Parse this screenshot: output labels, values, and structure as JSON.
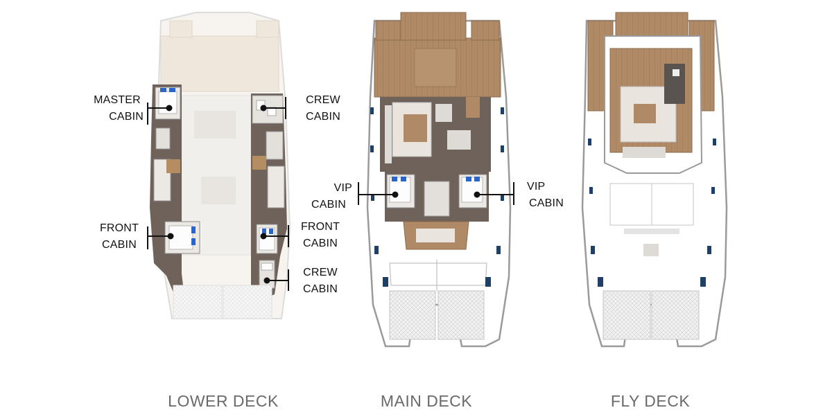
{
  "decks": [
    {
      "title": "LOWER DECK",
      "labels": [
        {
          "line1": "MASTER",
          "line2": "CABIN"
        },
        {
          "line1": "CREW",
          "line2": "CABIN"
        },
        {
          "line1": "FRONT",
          "line2": "CABIN"
        },
        {
          "line1": "FRONT",
          "line2": "CABIN"
        },
        {
          "line1": "CREW",
          "line2": "CABIN"
        }
      ]
    },
    {
      "title": "MAIN DECK",
      "labels": [
        {
          "line1": "VIP",
          "line2": "CABIN"
        },
        {
          "line1": "VIP",
          "line2": "CABIN"
        }
      ]
    },
    {
      "title": "FLY DECK",
      "labels": []
    }
  ],
  "colors": {
    "teak": "#b08a66",
    "teak_dark": "#8a6a4c",
    "interior_dark": "#6e625a",
    "cabin_floor": "#ece9e5",
    "hull_line": "#9a9a9a",
    "window": "#1e3f66",
    "bed_pillow": "#2a66c8",
    "title_gray": "#6a6a6a"
  }
}
